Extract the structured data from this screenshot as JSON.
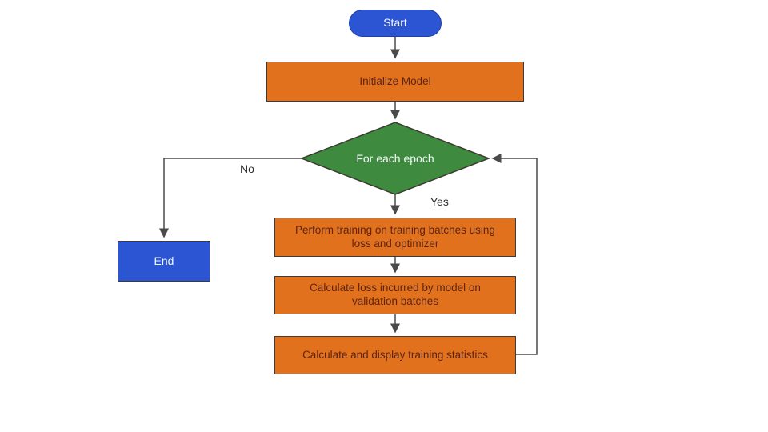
{
  "colors": {
    "blue": "#2b55d3",
    "blue-border": "#1d3fa6",
    "green": "#3e8a3e",
    "diamond-border": "#3c3c32",
    "orange": "#e2711e",
    "box-border": "#3f3a35",
    "orange-text": "#5c2412",
    "white-text": "#f5f7fa",
    "line": "#4a4a4a"
  },
  "flowchart": {
    "nodes": {
      "start": {
        "label": "Start"
      },
      "init": {
        "label": "Initialize Model"
      },
      "epoch": {
        "label": "For each epoch"
      },
      "train": {
        "label": "Perform training on training batches using loss and optimizer"
      },
      "validate": {
        "label": "Calculate loss incurred by model on validation batches"
      },
      "stats": {
        "label": "Calculate and display training statistics"
      },
      "end": {
        "label": "End"
      }
    },
    "edges": {
      "yes_label": "Yes",
      "no_label": "No"
    }
  }
}
